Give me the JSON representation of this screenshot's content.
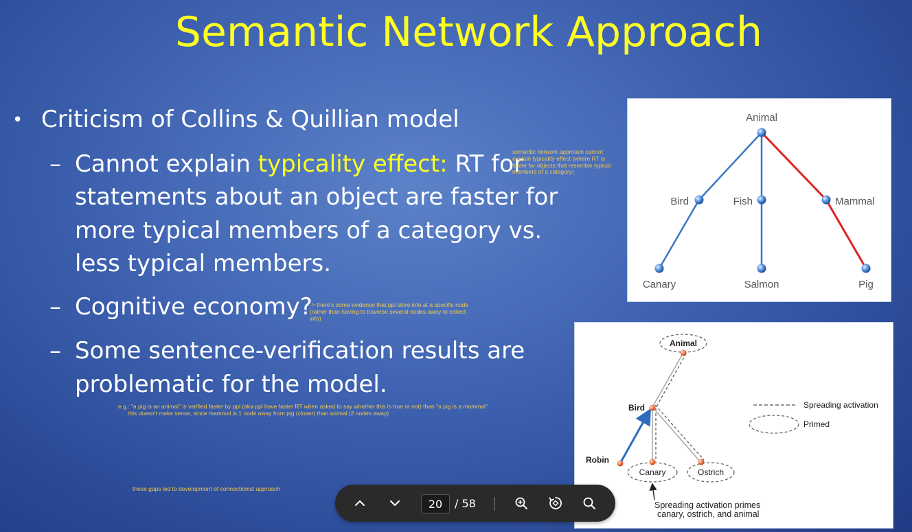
{
  "slide": {
    "title": "Semantic Network Approach",
    "bullet": "Criticism of Collins & Quillian model",
    "sub1": {
      "dash": "–",
      "prefix": "Cannot explain ",
      "highlight": "typicality effect:",
      "suffix": " RT for",
      "line2": "statements about an object are faster for",
      "line3": "more typical members of a category vs.",
      "line4": "less typical members."
    },
    "sub2": {
      "dash": "–",
      "text": "Cognitive economy?"
    },
    "sub3": {
      "dash": "–",
      "line1": "Some sentence-verification results are",
      "line2": "problematic for the model."
    }
  },
  "notes": {
    "typicality": [
      "semantic network approach cannot",
      "explain typicality effect (where RT is",
      "faster for objects that resemble typical",
      "members of a category)"
    ],
    "economy": [
      "-> there's some evidence that ppl store info at a specific node",
      "(rather than having to traverse several nodes away to collect",
      "info)"
    ],
    "example": [
      "e.g.: \"a pig is an animal\" is verified faster by ppl (aka ppl have faster RT when asked to say whether this is true or not) than \"a pig is a mammal\"",
      "this doesn't make sense, since mammal is 1 node away from pig (closer) than animal (2 nodes away)"
    ],
    "gaps": "these gaps led to development of connectionist approach"
  },
  "tree_diagram": {
    "root": "Animal",
    "level1": [
      "Bird",
      "Fish",
      "Mammal"
    ],
    "level2": [
      "Canary",
      "Salmon",
      "Pig"
    ],
    "colors": {
      "normal": "#3a78c4",
      "highlight": "#dd2222"
    }
  },
  "activation_diagram": {
    "nodes": {
      "animal": "Animal",
      "bird": "Bird",
      "robin": "Robin",
      "canary": "Canary",
      "ostrich": "Ostrich"
    },
    "legend": {
      "spreading": "Spreading activation",
      "primed": "Primed"
    },
    "caption": [
      "Spreading activation primes",
      "canary, ostrich, and animal"
    ]
  },
  "viewer": {
    "current_page": "20",
    "total": "/ 58",
    "icons": [
      "chevron-up-icon",
      "chevron-down-icon",
      "zoom-in-icon",
      "rotate-icon",
      "search-icon"
    ]
  }
}
